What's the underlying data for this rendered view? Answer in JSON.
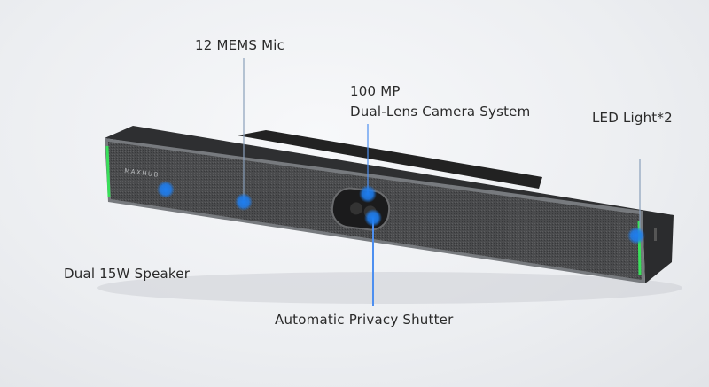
{
  "labels": {
    "mic": "12 MEMS Mic",
    "camera_line1": "100 MP",
    "camera_line2": "Dual-Lens Camera System",
    "led": "LED Light*2",
    "speaker": "Dual 15W Speaker",
    "shutter": "Automatic Privacy Shutter"
  },
  "brand": "MAXHUB",
  "colors": {
    "accent": "#1e7ef0",
    "led": "#39e05a",
    "body": "#3a3b3d"
  }
}
